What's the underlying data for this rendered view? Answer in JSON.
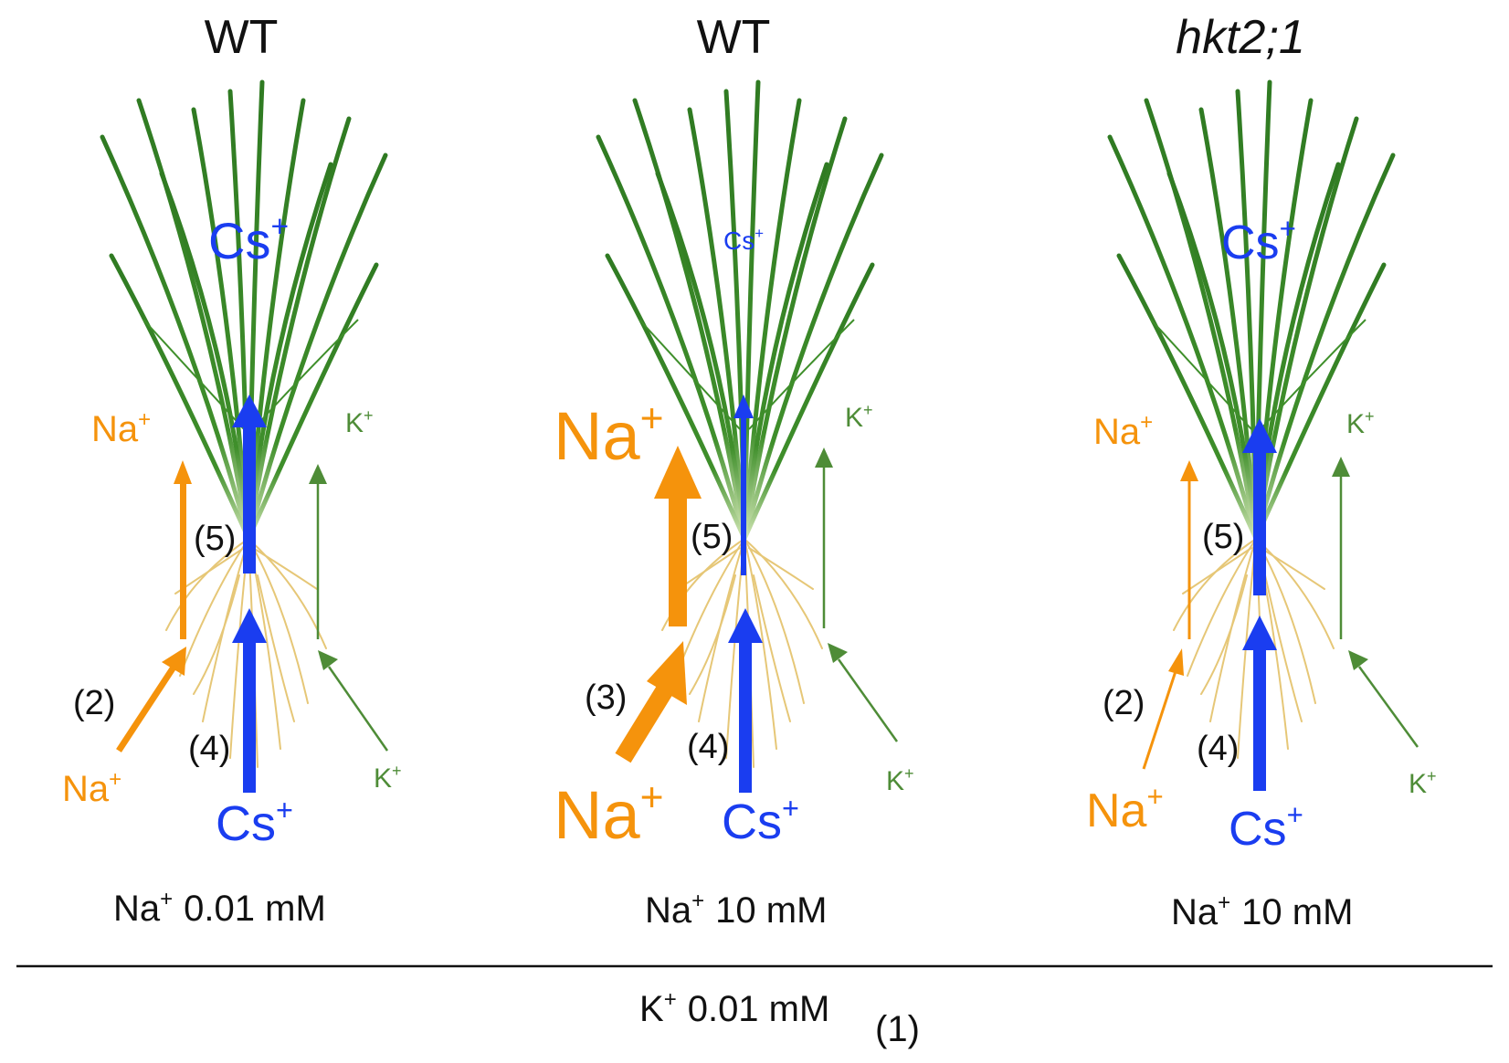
{
  "panels": [
    {
      "title": "WT",
      "title_italic": false,
      "cs_shoot": "Cs",
      "na_shoot": "Na",
      "k_shoot": "K",
      "na_root": "Na",
      "k_root": "K",
      "cs_root": "Cs",
      "na_step": "(2)",
      "cs_step": "(4)",
      "translocation_step": "(5)",
      "condition_ion": "Na",
      "condition_value": "0.01 mM"
    },
    {
      "title": "WT",
      "title_italic": false,
      "cs_shoot": "Cs",
      "na_shoot": "Na",
      "k_shoot": "K",
      "na_root": "Na",
      "k_root": "K",
      "cs_root": "Cs",
      "na_step": "(3)",
      "cs_step": "(4)",
      "translocation_step": "(5)",
      "condition_ion": "Na",
      "condition_value": "10 mM"
    },
    {
      "title": "hkt2;1",
      "title_italic": true,
      "cs_shoot": "Cs",
      "na_shoot": "Na",
      "k_shoot": "K",
      "na_root": "Na",
      "k_root": "K",
      "cs_root": "Cs",
      "na_step": "(2)",
      "cs_step": "(4)",
      "translocation_step": "(5)",
      "condition_ion": "Na",
      "condition_value": "10 mM"
    }
  ],
  "charge_sign": "+",
  "shared_condition": {
    "ion": "K",
    "value": "0.01 mM",
    "step": "(1)"
  },
  "colors": {
    "cesium": "#1a3df0",
    "sodium": "#f5930c",
    "potassium": "#4e8c37",
    "leaf": "#3f8f2b",
    "root": "#ecd08a"
  },
  "icons": [
    "rice-plant-icon"
  ]
}
